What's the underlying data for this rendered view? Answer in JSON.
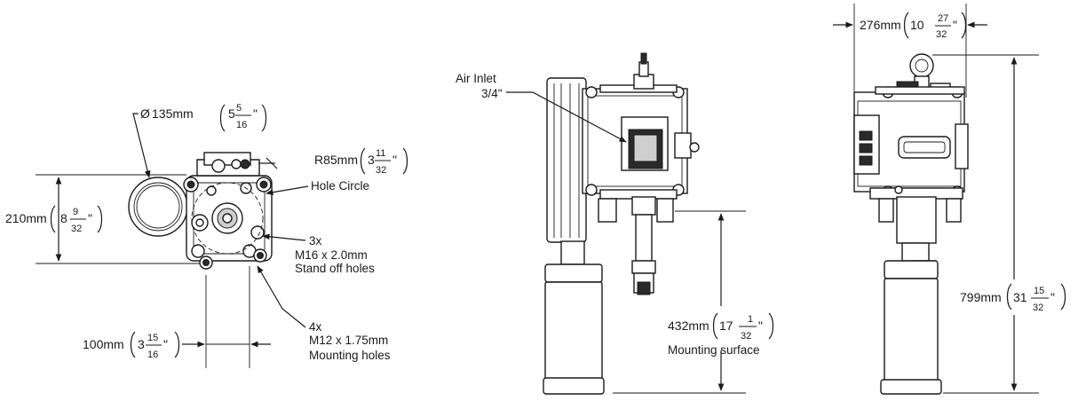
{
  "dimensions": {
    "diameter": {
      "symbol": "Ø",
      "metric": "135mm",
      "whole": "5",
      "num": "5",
      "den": "16",
      "close": "\""
    },
    "radius": {
      "metric": "R85mm",
      "whole": "3",
      "num": "11",
      "den": "32",
      "close": "\""
    },
    "height_210": {
      "metric": "210mm",
      "whole": "8",
      "num": "9",
      "den": "32",
      "close": "\""
    },
    "width_100": {
      "metric": "100mm",
      "whole": "3",
      "num": "15",
      "den": "16",
      "close": "\""
    },
    "width_276": {
      "metric": "276mm",
      "whole": "10",
      "num": "27",
      "den": "32",
      "close": "\""
    },
    "height_432": {
      "metric": "432mm",
      "whole": "17",
      "num": "1",
      "den": "32",
      "close": "\""
    },
    "height_799": {
      "metric": "799mm",
      "whole": "31",
      "num": "15",
      "den": "32",
      "close": "\""
    }
  },
  "labels": {
    "hole_circle": "Hole Circle",
    "standoff_count": "3x",
    "standoff_spec": "M16 x 2.0mm",
    "standoff_desc": "Stand off holes",
    "mounting_count": "4x",
    "mounting_spec": "M12 x 1.75mm",
    "mounting_desc": "Mounting holes",
    "air_inlet": "Air Inlet",
    "air_inlet_size": "3/4\"",
    "mounting_surface": "Mounting surface"
  }
}
